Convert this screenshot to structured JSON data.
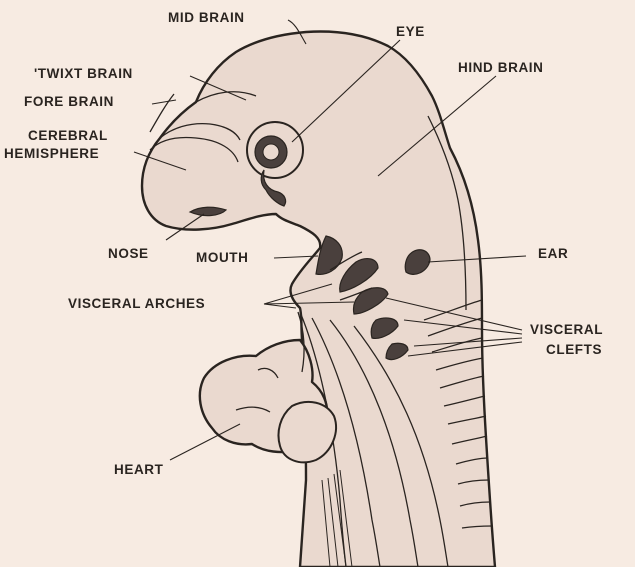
{
  "labels": {
    "mid_brain": "MID BRAIN",
    "eye": "EYE",
    "twixt_brain": "'TWIXT BRAIN",
    "hind_brain": "HIND BRAIN",
    "fore_brain": "FORE BRAIN",
    "cerebral_line1": "CEREBRAL",
    "cerebral_line2": "HEMISPHERE",
    "nose": "NOSE",
    "mouth": "MOUTH",
    "ear": "EAR",
    "visceral_arches": "VISCERAL ARCHES",
    "visceral_clefts_line1": "VISCERAL",
    "visceral_clefts_line2": "CLEFTS",
    "heart": "HEART"
  },
  "colors": {
    "background": "#f7ebe2",
    "tissue": "#ead9cf",
    "ink": "#2a2420",
    "dark_fill": "#4a403d"
  }
}
